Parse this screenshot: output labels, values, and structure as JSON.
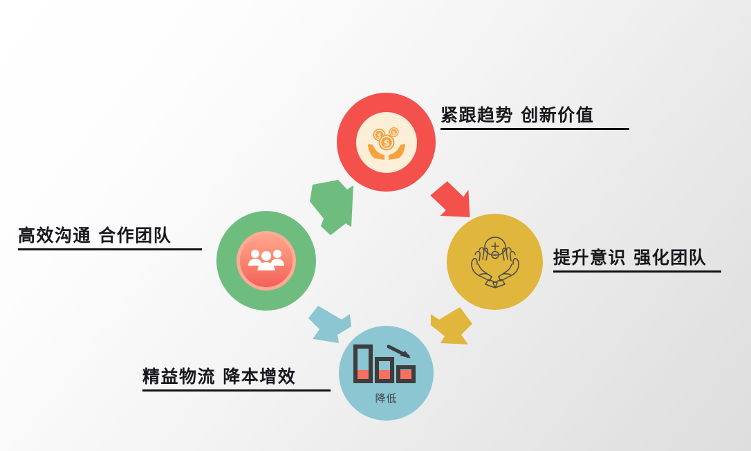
{
  "slide": {
    "background_start": "#ffffff",
    "background_end": "#dedede"
  },
  "nodes": [
    {
      "id": "top",
      "icon_name": "hands-holding-money-icon",
      "ring_color": "#f4504c",
      "inner_color": "#fdeed7",
      "icon_color": "#f9a03f",
      "caption": ""
    },
    {
      "id": "right",
      "icon_name": "hands-holding-plus-minus-icon",
      "ring_color": "#e0b63c",
      "inner_color": "#e0b63c",
      "icon_color": "#4a4a4a",
      "caption": ""
    },
    {
      "id": "left",
      "icon_name": "people-group-icon",
      "ring_color": "#6ebd7f",
      "inner_color": "#f4605a",
      "icon_color": "#ffffff",
      "caption": ""
    },
    {
      "id": "bottom",
      "icon_name": "declining-bar-chart-icon",
      "ring_color": "#8bc6d2",
      "inner_color": "#8bc6d2",
      "icon_color": "#3d3d3d",
      "caption": "降低"
    }
  ],
  "arrows": [
    {
      "id": "green-up-right",
      "color": "#6ebd7f",
      "direction": "up-right"
    },
    {
      "id": "red-down-right",
      "color": "#f4504c",
      "direction": "down-right"
    },
    {
      "id": "yellow-down-left",
      "color": "#e0b63c",
      "direction": "down-left"
    },
    {
      "id": "blue-up-left",
      "color": "#8bc6d2",
      "direction": "up-left"
    }
  ],
  "labels": {
    "top": "紧跟趋势  创新价值",
    "right": "提升意识  强化团队",
    "left": "高效沟通  合作团队",
    "bottom": "精益物流  降本增效"
  }
}
